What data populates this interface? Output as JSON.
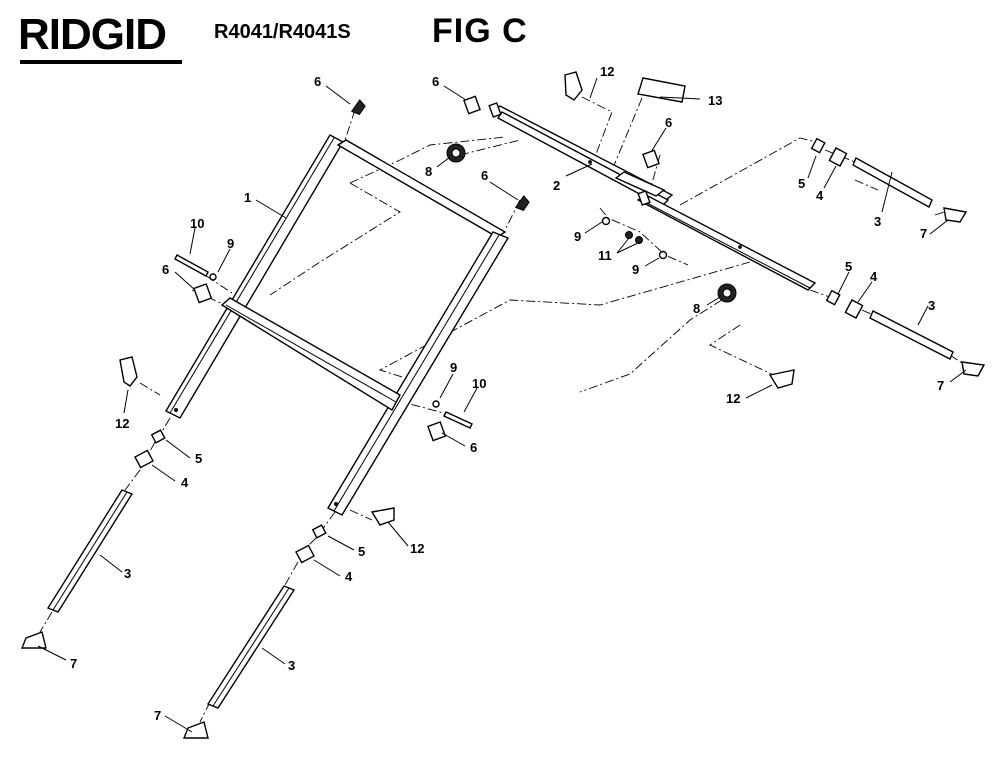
{
  "header": {
    "brand": "RIDGID",
    "model": "R4041/R4041S",
    "figure": "FIG C"
  },
  "callouts": [
    {
      "id": "c1",
      "label": "1"
    },
    {
      "id": "c2",
      "label": "2"
    },
    {
      "id": "c3a",
      "label": "3"
    },
    {
      "id": "c3b",
      "label": "3"
    },
    {
      "id": "c3c",
      "label": "3"
    },
    {
      "id": "c3d",
      "label": "3"
    },
    {
      "id": "c4a",
      "label": "4"
    },
    {
      "id": "c4b",
      "label": "4"
    },
    {
      "id": "c4c",
      "label": "4"
    },
    {
      "id": "c4d",
      "label": "4"
    },
    {
      "id": "c5a",
      "label": "5"
    },
    {
      "id": "c5b",
      "label": "5"
    },
    {
      "id": "c5c",
      "label": "5"
    },
    {
      "id": "c5d",
      "label": "5"
    },
    {
      "id": "c6a",
      "label": "6"
    },
    {
      "id": "c6b",
      "label": "6"
    },
    {
      "id": "c6c",
      "label": "6"
    },
    {
      "id": "c6d",
      "label": "6"
    },
    {
      "id": "c6e",
      "label": "6"
    },
    {
      "id": "c6f",
      "label": "6"
    },
    {
      "id": "c7a",
      "label": "7"
    },
    {
      "id": "c7b",
      "label": "7"
    },
    {
      "id": "c7c",
      "label": "7"
    },
    {
      "id": "c7d",
      "label": "7"
    },
    {
      "id": "c8a",
      "label": "8"
    },
    {
      "id": "c8b",
      "label": "8"
    },
    {
      "id": "c9a",
      "label": "9"
    },
    {
      "id": "c9b",
      "label": "9"
    },
    {
      "id": "c9c",
      "label": "9"
    },
    {
      "id": "c9d",
      "label": "9"
    },
    {
      "id": "c10a",
      "label": "10"
    },
    {
      "id": "c10b",
      "label": "10"
    },
    {
      "id": "c11",
      "label": "11"
    },
    {
      "id": "c12a",
      "label": "12"
    },
    {
      "id": "c12b",
      "label": "12"
    },
    {
      "id": "c12c",
      "label": "12"
    },
    {
      "id": "c12d",
      "label": "12"
    },
    {
      "id": "c13",
      "label": "13"
    }
  ]
}
